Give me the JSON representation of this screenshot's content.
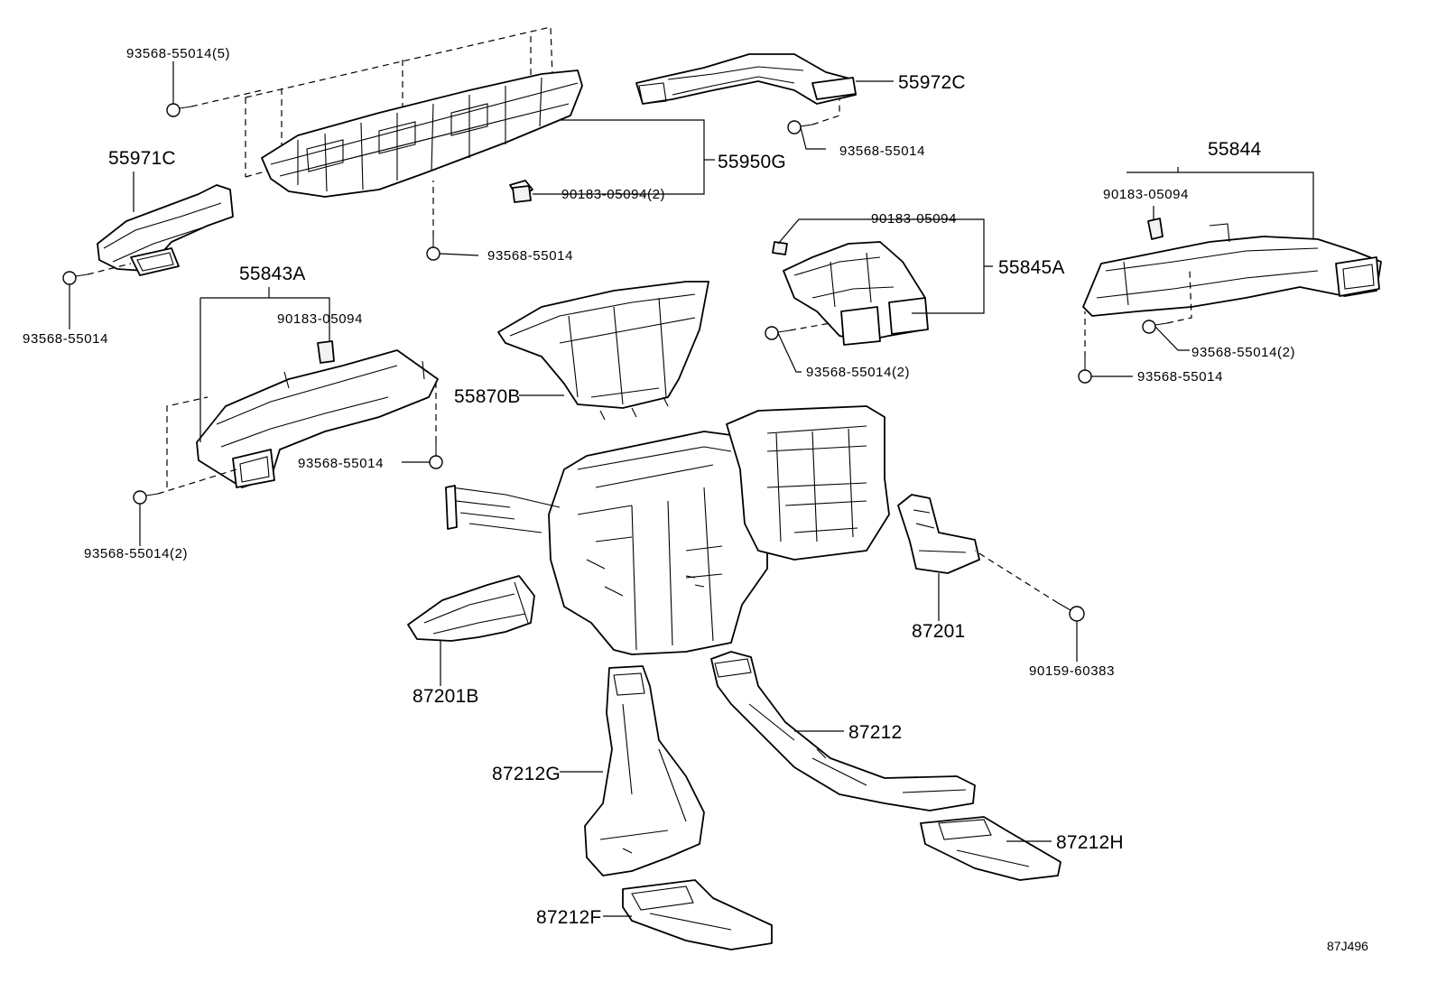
{
  "diagram": {
    "figure_code": "87J496",
    "part_labels": {
      "p55971C": "55971C",
      "p55950G": "55950G",
      "p55972C": "55972C",
      "p55844": "55844",
      "p55843A": "55843A",
      "p55845A": "55845A",
      "p55870B": "55870B",
      "p87201": "87201",
      "p87201B": "87201B",
      "p87212": "87212",
      "p87212G": "87212G",
      "p87212H": "87212H",
      "p87212F": "87212F"
    },
    "fastener_labels": {
      "f1": "93568-55014(5)",
      "f2": "93568-55014",
      "f3": "90183-05094(2)",
      "f4": "93568-55014",
      "f5": "93568-55014",
      "f6": "90183-05094",
      "f7": "90183-05094",
      "f8": "93568-55014",
      "f9": "93568-55014(2)",
      "f10": "90183-05094",
      "f11": "93568-55014(2)",
      "f12": "93568-55014",
      "f13": "93568-55014(2)",
      "f14": "90159-60383"
    }
  }
}
